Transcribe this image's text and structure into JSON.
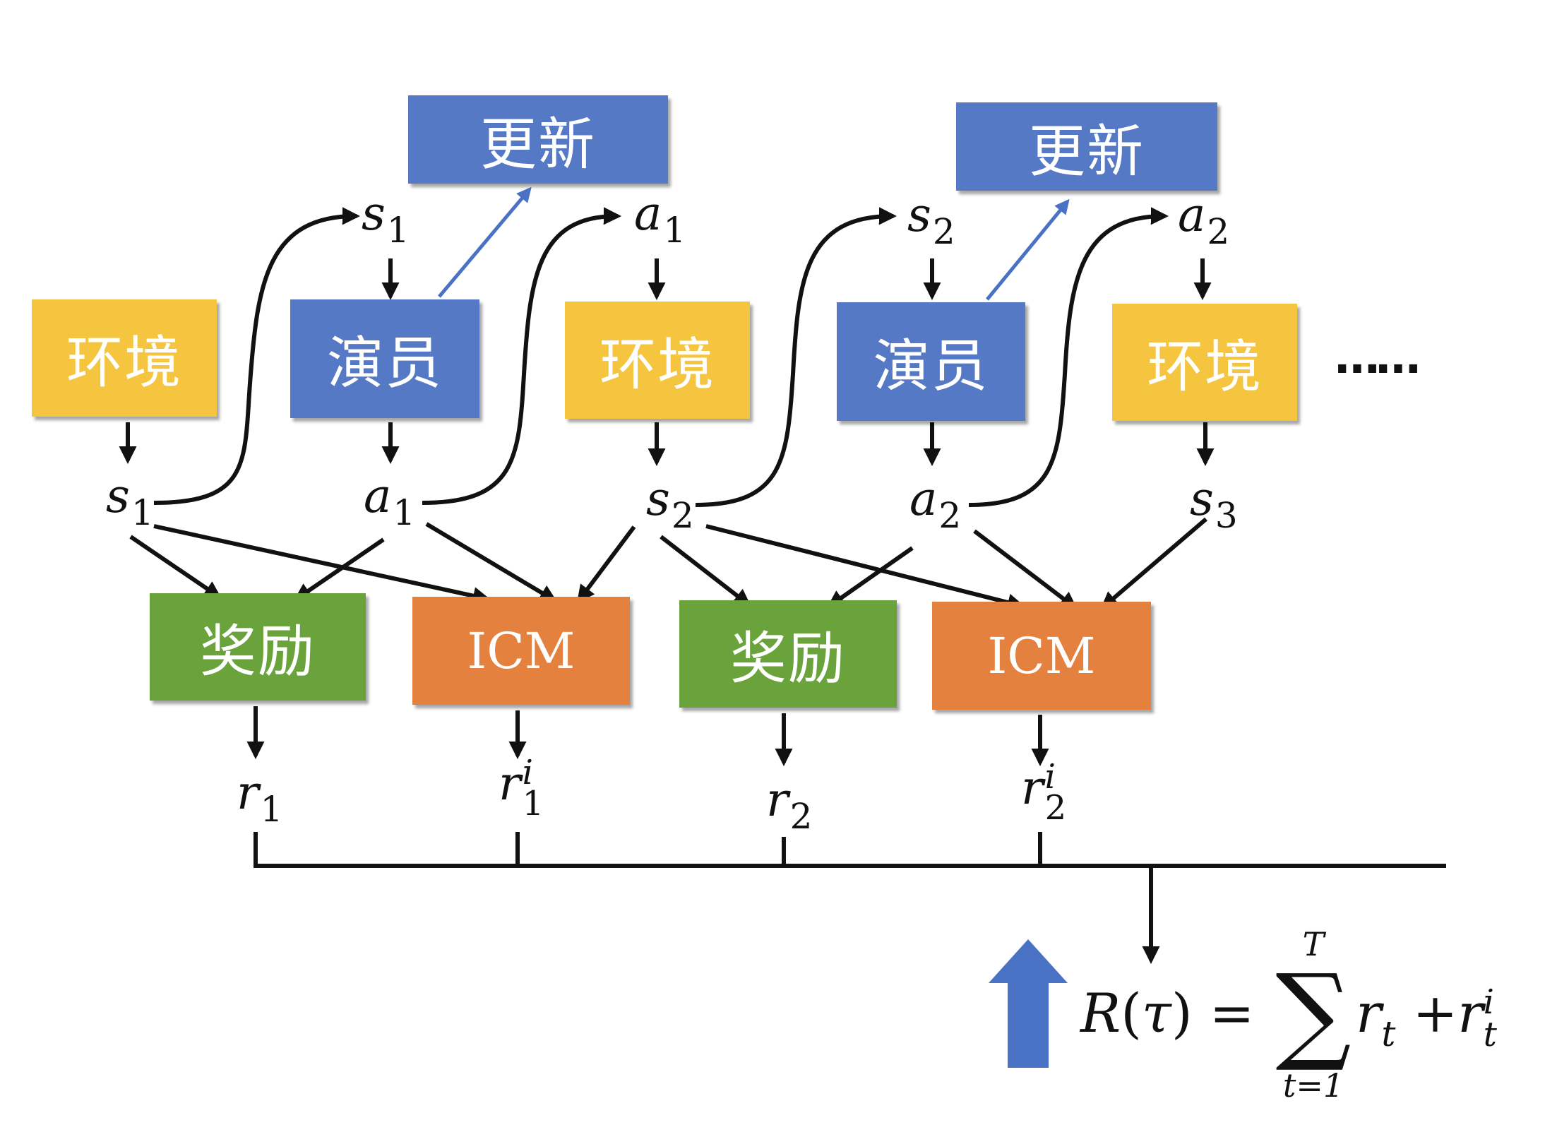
{
  "boxes": {
    "update1": "更新",
    "update2": "更新",
    "env1": "环境",
    "actor1": "演员",
    "env2": "环境",
    "actor2": "演员",
    "env3": "环境",
    "reward1": "奖励",
    "icm1": "ICM",
    "reward2": "奖励",
    "icm2": "ICM"
  },
  "ellipsis": "……",
  "variables": {
    "s1_top": {
      "base": "s",
      "sub": "1"
    },
    "a1_top": {
      "base": "a",
      "sub": "1"
    },
    "s2_top": {
      "base": "s",
      "sub": "2"
    },
    "a2_top": {
      "base": "a",
      "sub": "2"
    },
    "s1_mid": {
      "base": "s",
      "sub": "1"
    },
    "a1_mid": {
      "base": "a",
      "sub": "1"
    },
    "s2_mid": {
      "base": "s",
      "sub": "2"
    },
    "a2_mid": {
      "base": "a",
      "sub": "2"
    },
    "s3_mid": {
      "base": "s",
      "sub": "3"
    },
    "r1": {
      "base": "r",
      "sub": "1"
    },
    "r1i": {
      "base": "r",
      "sup": "i",
      "sub": "1"
    },
    "r2": {
      "base": "r",
      "sub": "2"
    },
    "r2i": {
      "base": "r",
      "sup": "i",
      "sub": "2"
    }
  },
  "formula": {
    "lhs_R": "R",
    "lhs_open": "(",
    "lhs_tau": "τ",
    "lhs_close": ")",
    "equals": " = ",
    "sum_upper": "T",
    "sum_symbol": "∑",
    "sum_lower": "t=1",
    "term1_base": "r",
    "term1_sub": "t",
    "plus": " +",
    "term2_base": "r",
    "term2_sup": "i",
    "term2_sub": "t"
  },
  "colors": {
    "env": "#f5c540",
    "actor": "#5679c5",
    "update": "#5679c5",
    "reward": "#6aa33c",
    "icm": "#e5813f",
    "update_arrow": "#4a72c4",
    "big_up_arrow": "#4a72c4",
    "line": "#111111"
  }
}
